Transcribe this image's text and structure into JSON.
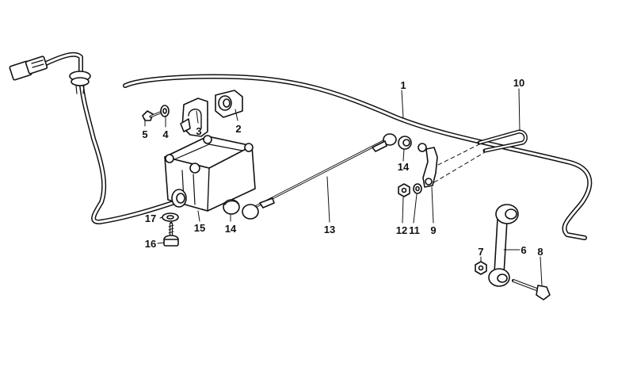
{
  "labels": {
    "l1": "1",
    "l2": "2",
    "l3": "3",
    "l4": "4",
    "l5": "5",
    "l6": "6",
    "l7": "7",
    "l8": "8",
    "l9": "9",
    "l10": "10",
    "l11": "11",
    "l12": "12",
    "l13": "13",
    "l14a": "14",
    "l14b": "14",
    "l15": "15",
    "l16": "16",
    "l17": "17"
  }
}
